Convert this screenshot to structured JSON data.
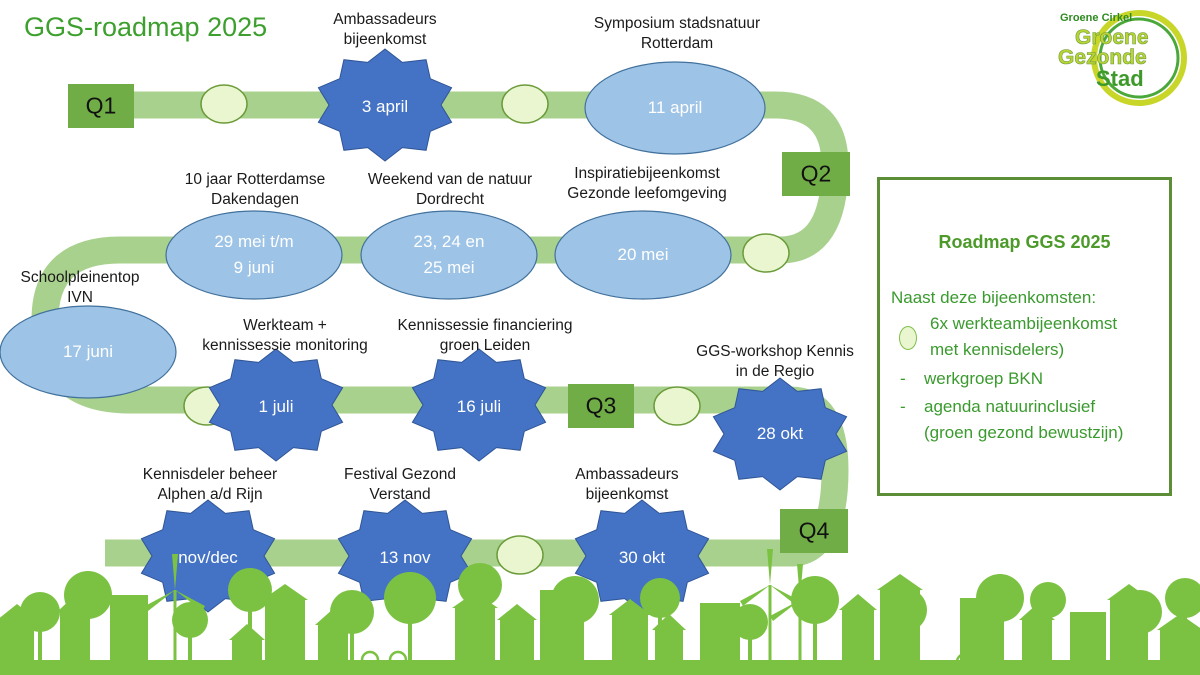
{
  "title": "GGS-roadmap 2025",
  "logo": {
    "small": "Groene Cirkel",
    "line1": "Groene",
    "line2": "Gezonde",
    "line3": "Stad"
  },
  "quarters": {
    "q1": "Q1",
    "q2": "Q2",
    "q3": "Q3",
    "q4": "Q4"
  },
  "events": {
    "e1": {
      "label1": "Ambassadeurs",
      "label2": "bijeenkomst",
      "date": "3 april"
    },
    "e2": {
      "label1": "Symposium stadsnatuur",
      "label2": "Rotterdam",
      "date": "11 april"
    },
    "e3": {
      "label1": "Inspiratiebijeenkomst",
      "label2": "Gezonde leefomgeving",
      "date": "20 mei"
    },
    "e4": {
      "label1": "Weekend van de natuur",
      "label2": "Dordrecht",
      "date1": "23, 24 en",
      "date2": "25 mei"
    },
    "e5": {
      "label1": "10 jaar Rotterdamse",
      "label2": "Dakendagen",
      "date1": "29 mei t/m",
      "date2": "9 juni"
    },
    "e6": {
      "label1": "Schoolpleinentop",
      "label2": "IVN",
      "date": "17 juni"
    },
    "e7": {
      "label1": "Werkteam +",
      "label2": "kennissessie monitoring",
      "date": "1 juli"
    },
    "e8": {
      "label1": "Kennissessie financiering",
      "label2": "groen Leiden",
      "date": "16 juli"
    },
    "e9": {
      "label1": "GGS-workshop Kennis",
      "label2": "in de Regio",
      "date": "28 okt"
    },
    "e10": {
      "label1": "Ambassadeurs",
      "label2": "bijeenkomst",
      "date": "30 okt"
    },
    "e11": {
      "label1": "Festival Gezond",
      "label2": "Verstand",
      "date": "13 nov"
    },
    "e12": {
      "label1": "Kennisdeler beheer",
      "label2": "Alphen a/d Rijn",
      "date": "nov/dec"
    }
  },
  "legend": {
    "title": "Roadmap GGS 2025",
    "intro": "Naast deze bijeenkomsten:",
    "item1_line1": "6x werkteambijeenkomst",
    "item1_line2": "met kennisdelers)",
    "dash": "-",
    "item2": "werkgroep BKN",
    "item3_line1": "agenda natuurinclusief",
    "item3_line2": "(groen gezond bewustzijn)"
  },
  "colors": {
    "road": "#a9d18e",
    "star": "#4472c4",
    "ellipse": "#9dc3e6",
    "quarter_box": "#70ad47",
    "marker": "#e9f6d0",
    "title_green": "#3da02e",
    "skyline": "#7cc242"
  }
}
